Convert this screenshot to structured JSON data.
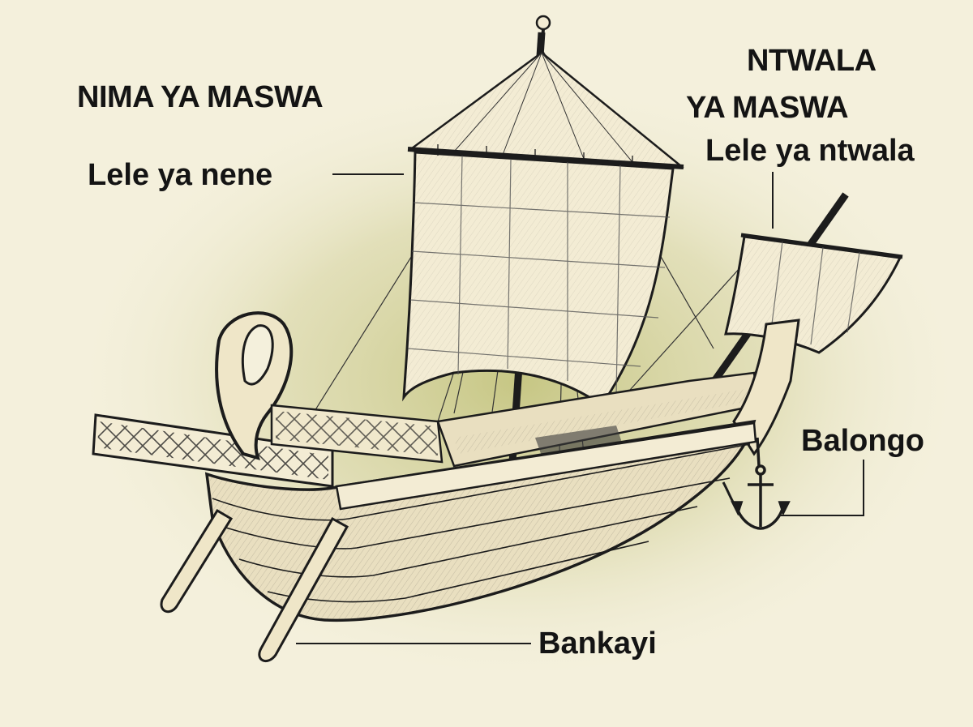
{
  "titles": {
    "stern": "NIMA YA MASWA",
    "bow_line1": "NTWALA",
    "bow_line2": "YA MASWA"
  },
  "labels": {
    "mainsail": "Lele ya nene",
    "foresail": "Lele ya ntwala",
    "anchor": "Balongo",
    "rudder": "Bankayi"
  },
  "colors": {
    "background": "#f4f0dc",
    "glow": "#c9c98a",
    "ink": "#1c1c1c",
    "sail": "#f3ecd4",
    "hull": "#e9dfc0"
  }
}
